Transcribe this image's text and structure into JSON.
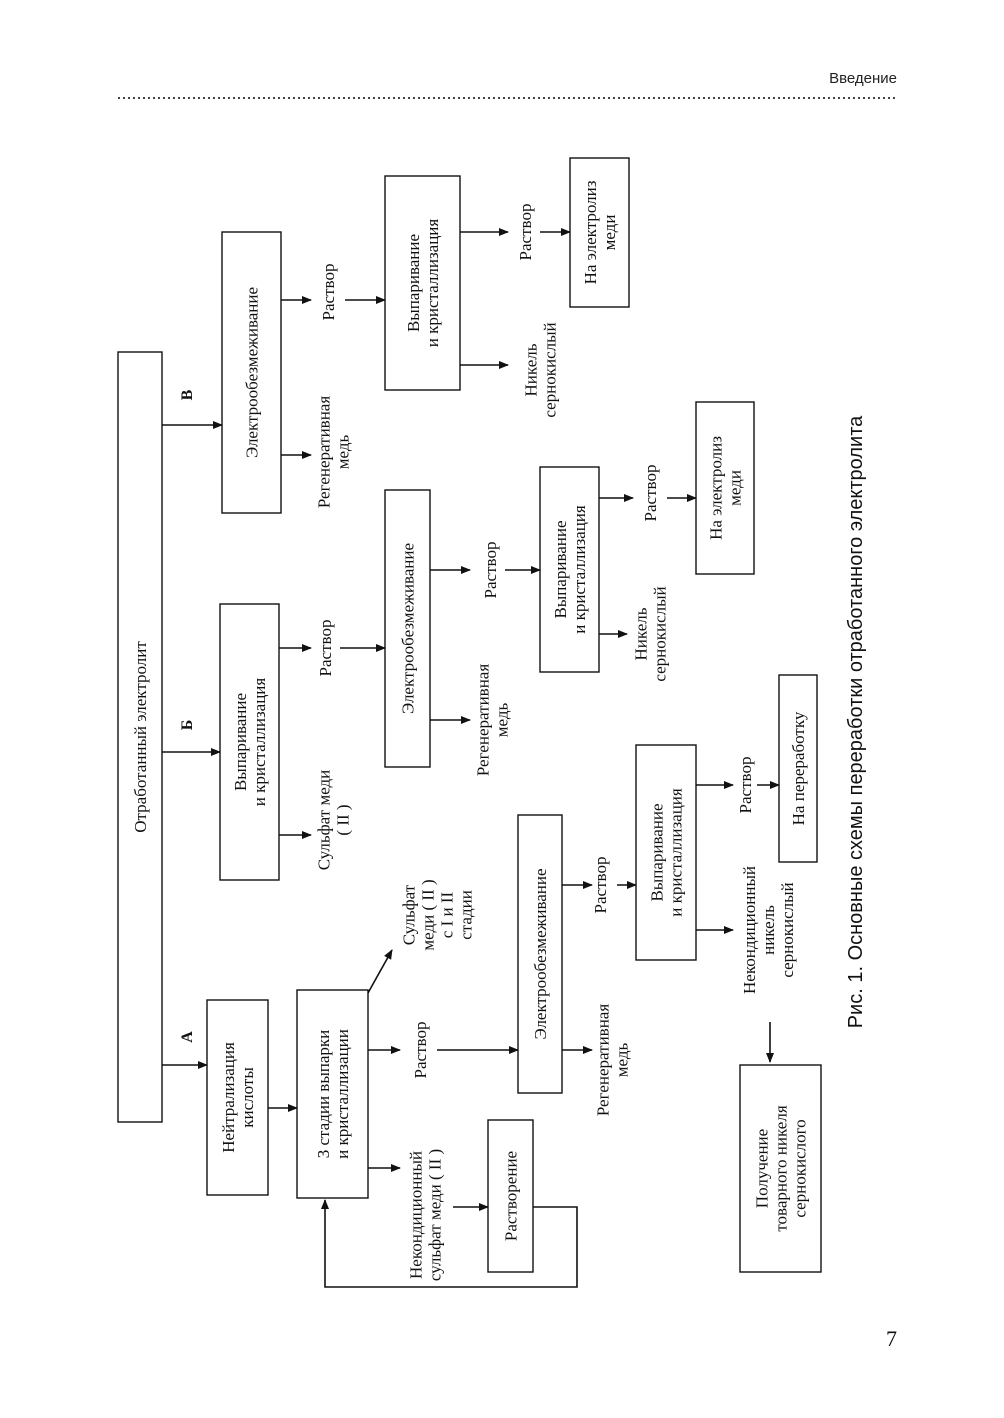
{
  "header": {
    "section": "Введение"
  },
  "page_number": "7",
  "caption": "Рис. 1. Основные схемы переработки отработанного электролита",
  "branches": {
    "a": "А",
    "b": "Б",
    "c": "В"
  },
  "boxes": {
    "source": [
      "Отработанный электролит"
    ],
    "a_neutral": [
      "Нейтрализация",
      "кислоты"
    ],
    "a_evap3": [
      "3 стадии выпарки",
      "и кристаллизации"
    ],
    "a_dissolve": [
      "Растворение"
    ],
    "a_electro": [
      "Электрообезмеживание"
    ],
    "a_evap": [
      "Выпаривание",
      "и кристаллизация"
    ],
    "a_process": [
      "На переработку"
    ],
    "a_product": [
      "Получение",
      "товарного никеля",
      "сернокислого"
    ],
    "b_evap1": [
      "Выпаривание",
      "и кристаллизация"
    ],
    "b_electro": [
      "Электрообезмеживание"
    ],
    "b_evap2": [
      "Выпаривание",
      "и кристаллизация"
    ],
    "b_electrolysis": [
      "На электролиз",
      "меди"
    ],
    "c_electro": [
      "Электрообезмеживание"
    ],
    "c_evap": [
      "Выпаривание",
      "и кристаллизация"
    ],
    "c_electrolysis": [
      "На электролиз",
      "меди"
    ]
  },
  "labels": {
    "a_offgrade_cu": [
      "Некондиционный",
      "сульфат меди ( II )"
    ],
    "a_solution1": [
      "Раствор"
    ],
    "a_cu_sulfate": [
      "Сульфат",
      "меди ( II )",
      "с  I  и  II",
      "стадии"
    ],
    "a_regen_cu": [
      "Регенеративная",
      "медь"
    ],
    "a_solution2": [
      "Раствор"
    ],
    "a_offgrade_ni": [
      "Некондиционный",
      "никель",
      "сернокислый"
    ],
    "a_solution3": [
      "Раствор"
    ],
    "b_cu_sulfate": [
      "Сульфат меди",
      "( II )"
    ],
    "b_solution1": [
      "Раствор"
    ],
    "b_regen_cu": [
      "Регенеративная",
      "медь"
    ],
    "b_solution2": [
      "Раствор"
    ],
    "b_ni": [
      "Никель",
      "сернокислый"
    ],
    "b_solution3": [
      "Раствор"
    ],
    "c_regen_cu": [
      "Регенеративная",
      "медь"
    ],
    "c_solution1": [
      "Раствор"
    ],
    "c_ni": [
      "Никель",
      "сернокислый"
    ],
    "c_solution2": [
      "Раствор"
    ]
  }
}
